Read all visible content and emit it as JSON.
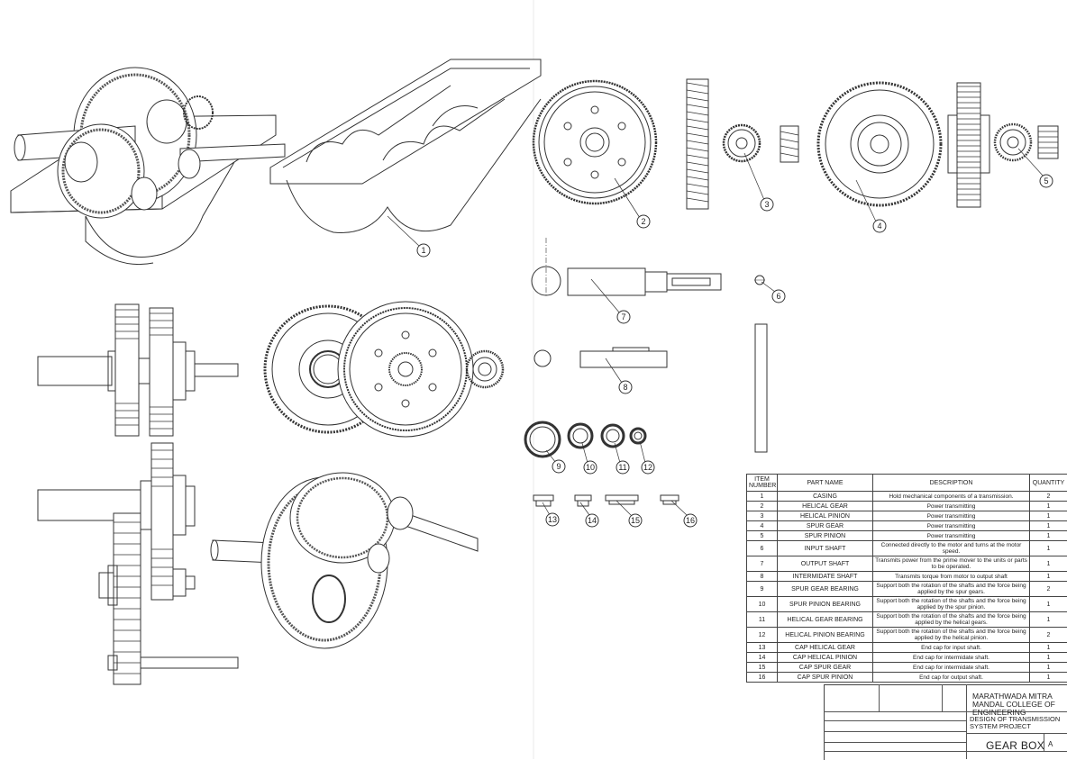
{
  "balloons": [
    "1",
    "2",
    "3",
    "4",
    "5",
    "6",
    "7",
    "8",
    "9",
    "10",
    "11",
    "12",
    "13",
    "14",
    "15",
    "16"
  ],
  "bom": {
    "headers": [
      "ITEM NUMBER",
      "PART NAME",
      "DESCRIPTION",
      "QUANTITY"
    ],
    "rows": [
      {
        "item": "1",
        "part": "CASING",
        "desc": "Hold mechanical components of a transmission.",
        "qty": "2"
      },
      {
        "item": "2",
        "part": "HELICAL GEAR",
        "desc": "Power transmitting",
        "qty": "1"
      },
      {
        "item": "3",
        "part": "HELICAL PINION",
        "desc": "Power transmitting",
        "qty": "1"
      },
      {
        "item": "4",
        "part": "SPUR GEAR",
        "desc": "Power transmitting",
        "qty": "1"
      },
      {
        "item": "5",
        "part": "SPUR PINION",
        "desc": "Power transmitting",
        "qty": "1"
      },
      {
        "item": "6",
        "part": "INPUT SHAFT",
        "desc": "Connected directly to the motor and turns at the motor speed.",
        "qty": "1"
      },
      {
        "item": "7",
        "part": "OUTPUT SHAFT",
        "desc": "Transmits power from the prime mover to the units or parts to be operated.",
        "qty": "1"
      },
      {
        "item": "8",
        "part": "INTERMIDATE SHAFT",
        "desc": "Transmits torque from motor to output shaft",
        "qty": "1"
      },
      {
        "item": "9",
        "part": "SPUR GEAR BEARING",
        "desc": "Support both the rotation of the shafts and the force being applied by the spur gears.",
        "qty": "2"
      },
      {
        "item": "10",
        "part": "SPUR PINION BEARING",
        "desc": "Support both the rotation of the shafts and the force being applied by the spur pinion.",
        "qty": "1"
      },
      {
        "item": "11",
        "part": "HELICAL GEAR BEARING",
        "desc": "Support both the rotation of the shafts and the force being applied by the helical gears.",
        "qty": "1"
      },
      {
        "item": "12",
        "part": "HELICAL PINION BEARING",
        "desc": "Support both the rotation of the shafts and the force being applied by the helical pinion.",
        "qty": "2"
      },
      {
        "item": "13",
        "part": "CAP HELICAL GEAR",
        "desc": "End cap for input shaft.",
        "qty": "1"
      },
      {
        "item": "14",
        "part": "CAP HELICAL PINION",
        "desc": "End cap for intermidate shaft.",
        "qty": "1"
      },
      {
        "item": "15",
        "part": "CAP SPUR GEAR",
        "desc": "End cap for intermidate shaft.",
        "qty": "1"
      },
      {
        "item": "16",
        "part": "CAP SPUR PINION",
        "desc": "End cap for output shaft.",
        "qty": "1"
      }
    ]
  },
  "title_block": {
    "college": "MARATHWADA MITRA MANDAL COLLEGE OF ENGINEERING",
    "project": "DESIGN OF TRANSMISSION SYSTEM PROJECT",
    "drawing_title": "GEAR BOX",
    "size": "A"
  }
}
